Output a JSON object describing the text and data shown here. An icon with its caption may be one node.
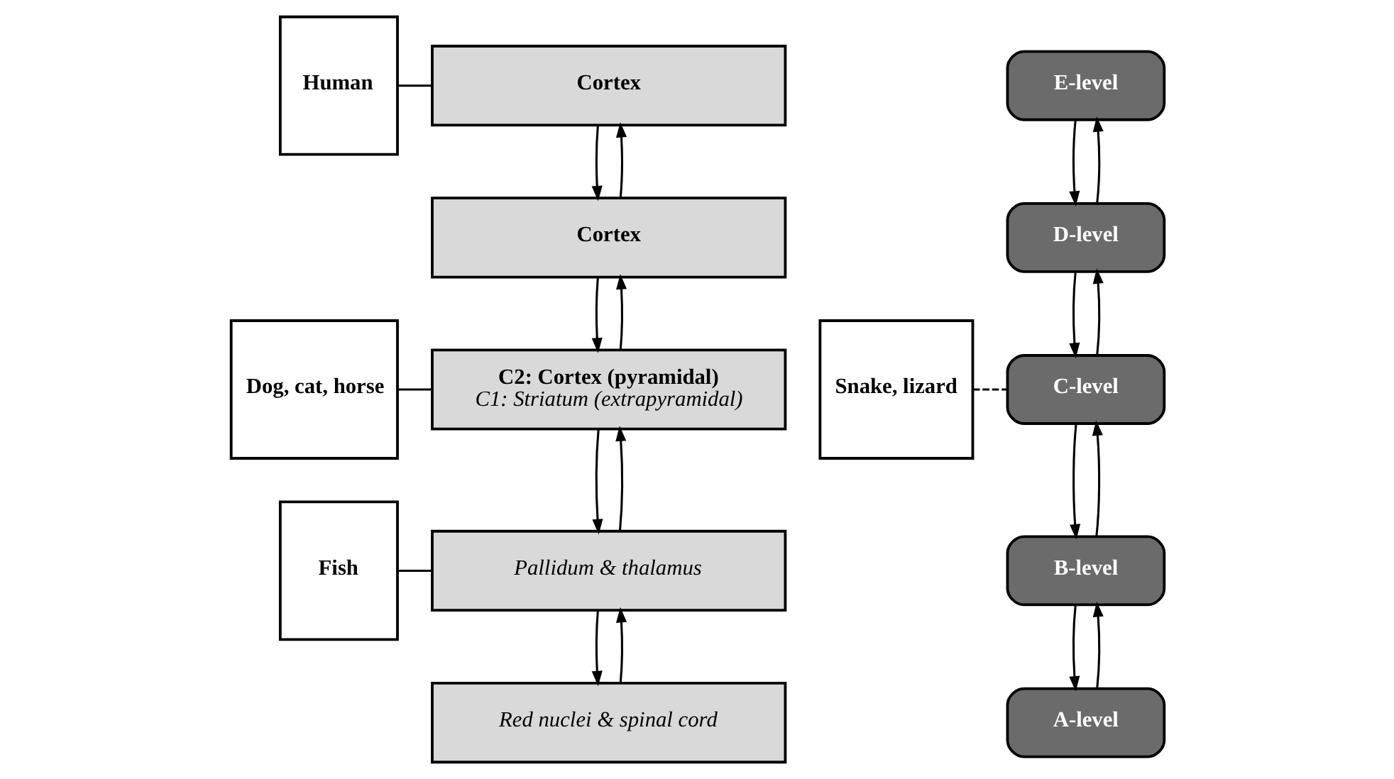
{
  "diagram": {
    "nodes": [
      {
        "text": [
          "Human"
        ]
      },
      {
        "text": [
          "Dog, cat, horse"
        ]
      },
      {
        "text": [
          "Snake, lizard"
        ]
      },
      {
        "text": [
          "Fish"
        ]
      },
      {
        "text": [
          "Cortex"
        ]
      },
      {
        "text": [
          "Cortex"
        ]
      },
      {
        "text": [
          "C2: Cortex (pyramidal)",
          "C1: Striatum (extrapyramidal)"
        ]
      },
      {
        "text": [
          "Pallidum & thalamus"
        ]
      },
      {
        "text": [
          "Red nuclei & spinal cord"
        ]
      },
      {
        "text": [
          "E-level"
        ]
      },
      {
        "text": [
          "D-level"
        ]
      },
      {
        "text": [
          "C-level"
        ]
      },
      {
        "text": [
          "B-level"
        ]
      },
      {
        "text": [
          "A-level"
        ]
      }
    ],
    "edges": [
      {
        "from": 0,
        "to": 4,
        "arrow": "none"
      },
      {
        "from": 1,
        "to": 6,
        "arrow": "none"
      },
      {
        "from": 2,
        "to": 11,
        "arrow": "none",
        "style": "dashed"
      },
      {
        "from": 3,
        "to": 7,
        "arrow": "none"
      },
      {
        "from": 4,
        "to": 5,
        "arrow": "to"
      },
      {
        "from": 5,
        "to": 4,
        "arrow": "to"
      },
      {
        "from": 5,
        "to": 6,
        "arrow": "to"
      },
      {
        "from": 6,
        "to": 5,
        "arrow": "to"
      },
      {
        "from": 6,
        "to": 7,
        "arrow": "to"
      },
      {
        "from": 7,
        "to": 6,
        "arrow": "to"
      },
      {
        "from": 7,
        "to": 8,
        "arrow": "to"
      },
      {
        "from": 8,
        "to": 7,
        "arrow": "to"
      },
      {
        "from": 9,
        "to": 10,
        "arrow": "to"
      },
      {
        "from": 10,
        "to": 9,
        "arrow": "to"
      },
      {
        "from": 10,
        "to": 11,
        "arrow": "to"
      },
      {
        "from": 11,
        "to": 10,
        "arrow": "to"
      },
      {
        "from": 11,
        "to": 12,
        "arrow": "to"
      },
      {
        "from": 12,
        "to": 11,
        "arrow": "to"
      },
      {
        "from": 12,
        "to": 13,
        "arrow": "to"
      },
      {
        "from": 13,
        "to": 12,
        "arrow": "to"
      }
    ]
  }
}
